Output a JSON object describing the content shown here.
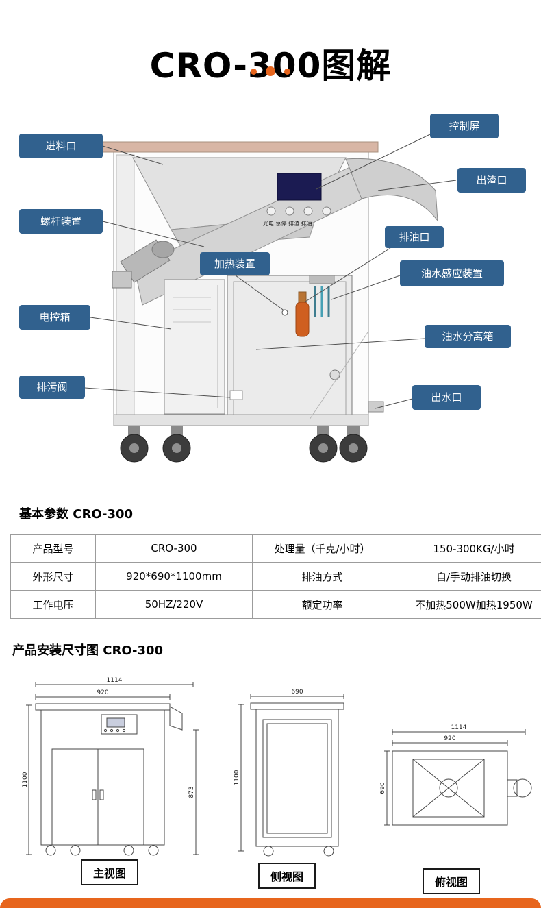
{
  "title": "CRO-300图解",
  "diagram": {
    "labels": {
      "feed_inlet": "进料口",
      "control_screen": "控制屏",
      "slag_outlet": "出渣口",
      "screw_device": "螺杆装置",
      "oil_outlet": "排油口",
      "heating_device": "加热装置",
      "oil_water_sensor": "油水感应装置",
      "electric_box": "电控箱",
      "separator_box": "油水分离箱",
      "drain_valve": "排污阀",
      "water_outlet": "出水口"
    },
    "panel_text": "光电  急停  排渣  排油"
  },
  "specs": {
    "heading": "基本参数 CRO-300",
    "rows": [
      [
        "产品型号",
        "CRO-300",
        "处理量（千克/小时）",
        "150-300KG/小时"
      ],
      [
        "外形尺寸",
        "920*690*1100mm",
        "排油方式",
        "自/手动排油切换"
      ],
      [
        "工作电压",
        "50HZ/220V",
        "额定功率",
        "不加热500W加热1950W"
      ]
    ]
  },
  "installation": {
    "heading": "产品安装尺寸图 CRO-300",
    "front_view": {
      "label": "主视图",
      "dim_top1": "1114",
      "dim_top2": "920",
      "dim_left": "1100",
      "dim_right": "873"
    },
    "side_view": {
      "label": "侧视图",
      "dim_top": "690",
      "dim_left": "1100"
    },
    "top_view": {
      "label": "俯视图",
      "dim_top1": "1114",
      "dim_top2": "920",
      "dim_left": "690"
    }
  }
}
